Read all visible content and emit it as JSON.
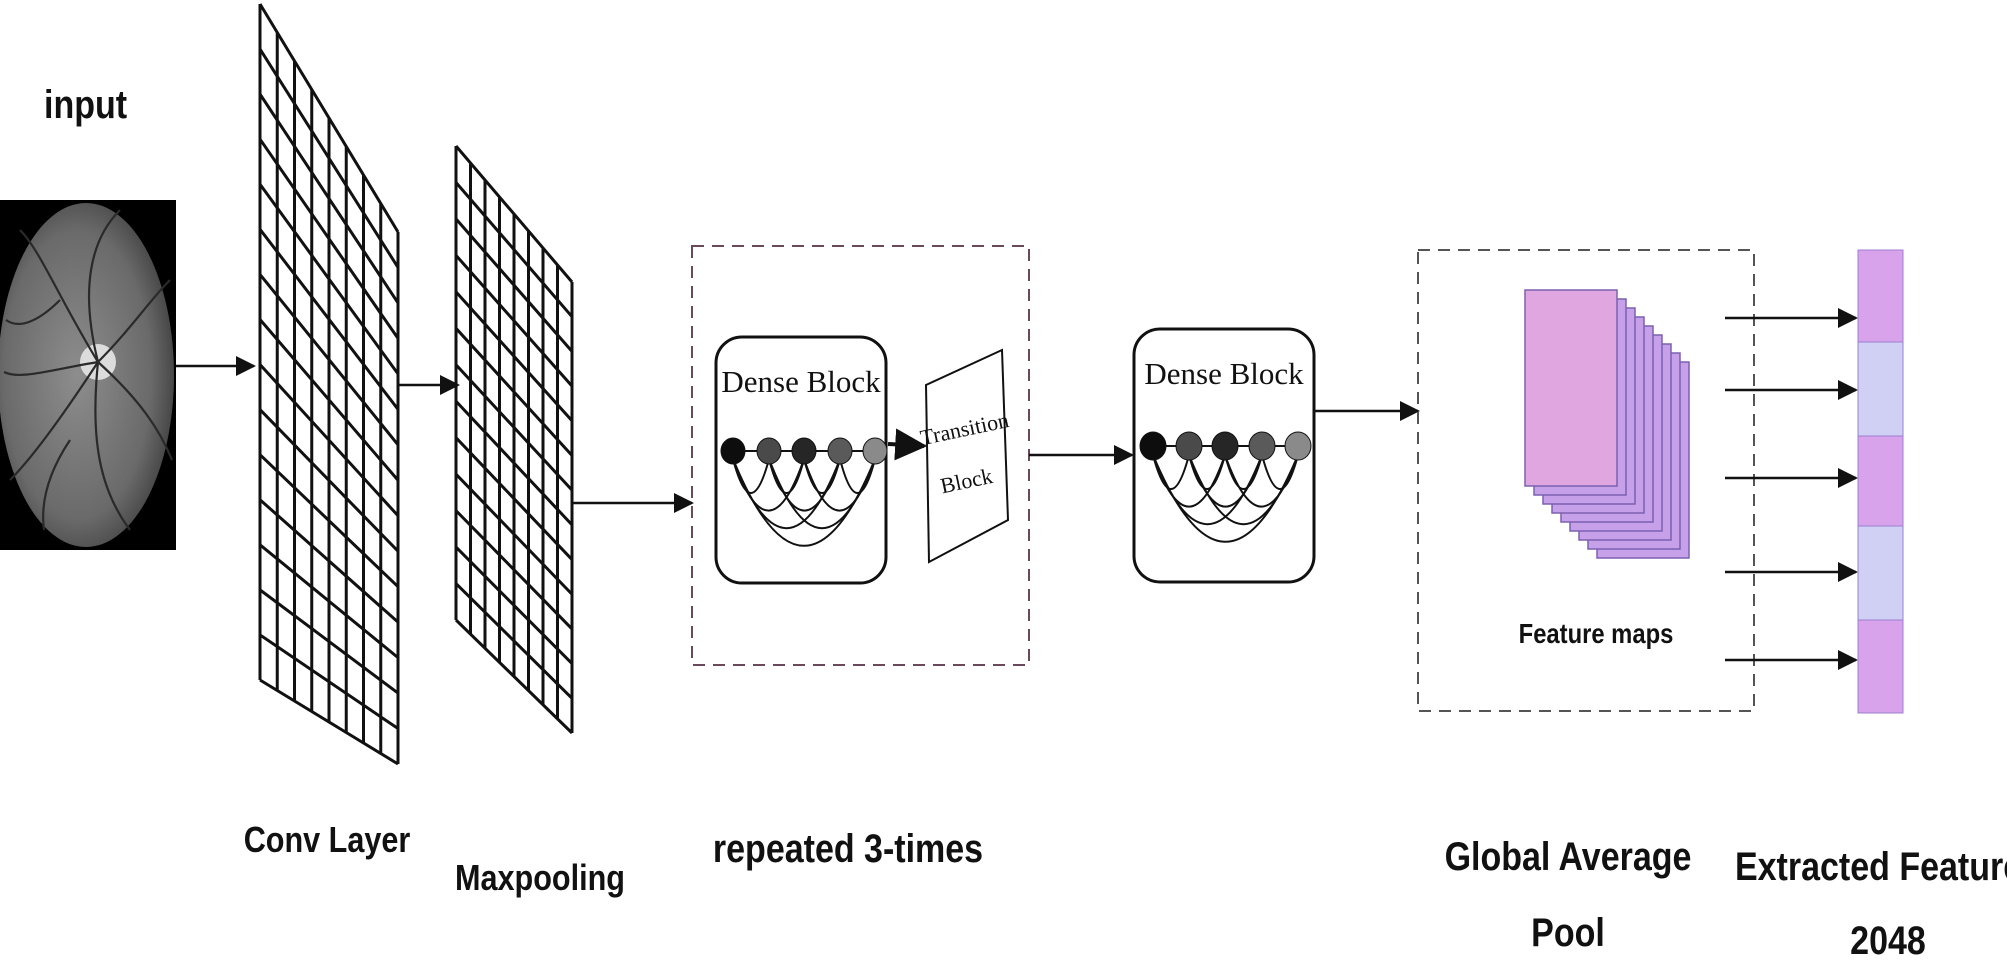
{
  "labels": {
    "input": "input",
    "conv_layer": "Conv Layer",
    "maxpooling": "Maxpooling",
    "repeated": "repeated 3-times",
    "global_pool_line1": "Global Average",
    "global_pool_line2": "Pool",
    "extracted_line1": "Extracted Features",
    "extracted_line2": "2048",
    "dense_block_1": "Dense Block",
    "dense_block_2": "Dense Block",
    "transition_line1": "Transition",
    "transition_line2": "Block",
    "feature_maps": "Feature maps"
  },
  "colors": {
    "feature_map": "#e0a6e0",
    "feature_vector_purple": "#d9a3ec",
    "feature_vector_blue": "#cfd0f3",
    "dashed_box_1": "#6a4a5a",
    "dashed_box_2": "#555555"
  }
}
